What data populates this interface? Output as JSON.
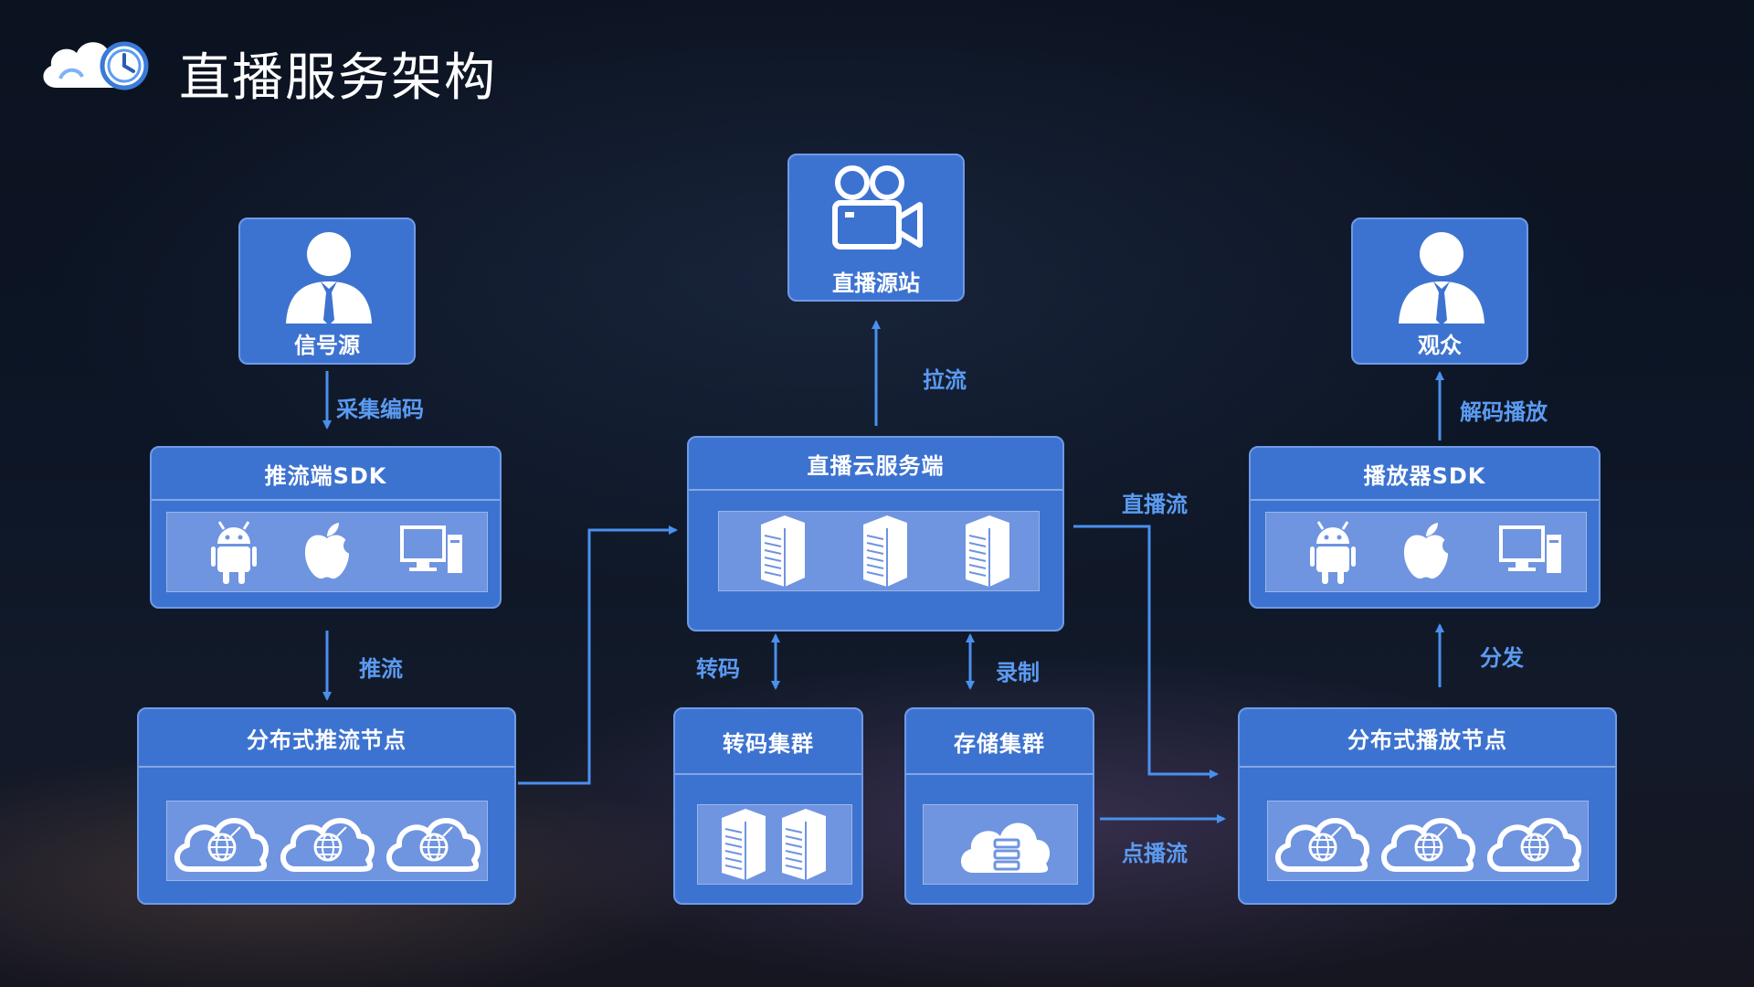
{
  "page": {
    "title": "直播服务架构"
  },
  "nodes": {
    "signal_source": "信号源",
    "live_origin": "直播源站",
    "audience": "观众",
    "push_sdk": "推流端SDK",
    "cloud_server": "直播云服务端",
    "player_sdk": "播放器SDK",
    "push_nodes": "分布式推流节点",
    "transcode_cluster": "转码集群",
    "storage_cluster": "存储集群",
    "play_nodes": "分布式播放节点"
  },
  "edges": {
    "capture_encode": "采集编码",
    "push": "推流",
    "pull": "拉流",
    "live_stream": "直播流",
    "decode_play": "解码播放",
    "distribute": "分发",
    "transcode": "转码",
    "record": "录制",
    "vod": "点播流"
  },
  "colors": {
    "box": "#3d73d0",
    "box_border": "#6f9ae6",
    "panel": "#6f94e0",
    "arrow": "#4a90ee",
    "label": "#5b9bf2"
  },
  "icons": [
    "cloud-clock-icon",
    "person-icon",
    "camera-icon",
    "android-icon",
    "apple-icon",
    "desktop-icon",
    "server-icon",
    "cloud-globe-icon",
    "cloud-database-icon"
  ]
}
